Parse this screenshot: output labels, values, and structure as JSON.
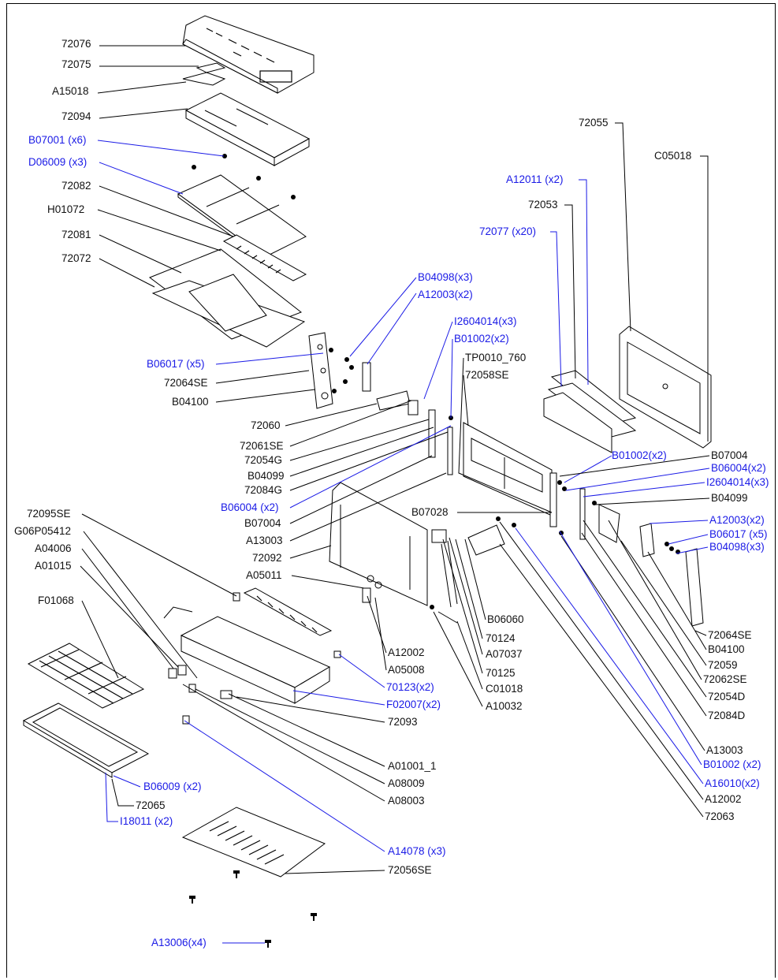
{
  "title": "",
  "colors": {
    "black_label": "#111111",
    "blue_label": "#1a1ae6"
  },
  "labels": [
    {
      "id": "l72076",
      "text": "72076",
      "color": "black"
    },
    {
      "id": "l72075",
      "text": "72075",
      "color": "black"
    },
    {
      "id": "lA15018",
      "text": "A15018",
      "color": "black"
    },
    {
      "id": "l72094",
      "text": "72094",
      "color": "black"
    },
    {
      "id": "lB07001",
      "text": "B07001 (x6)",
      "color": "blue"
    },
    {
      "id": "lD06009",
      "text": "D06009 (x3)",
      "color": "blue"
    },
    {
      "id": "l72082",
      "text": "72082",
      "color": "black"
    },
    {
      "id": "lH01072",
      "text": "H01072",
      "color": "black"
    },
    {
      "id": "l72081",
      "text": "72081",
      "color": "black"
    },
    {
      "id": "l72072",
      "text": "72072",
      "color": "black"
    },
    {
      "id": "lB04098a",
      "text": "B04098(x3)",
      "color": "blue"
    },
    {
      "id": "lA12003a",
      "text": "A12003(x2)",
      "color": "blue"
    },
    {
      "id": "lI2604014a",
      "text": "I2604014(x3)",
      "color": "blue"
    },
    {
      "id": "lB01002a",
      "text": "B01002(x2)",
      "color": "blue"
    },
    {
      "id": "lTP0010",
      "text": "TP0010_760",
      "color": "black"
    },
    {
      "id": "l72058SE",
      "text": "72058SE",
      "color": "black"
    },
    {
      "id": "lB06017a",
      "text": "B06017 (x5)",
      "color": "blue"
    },
    {
      "id": "l72064SEa",
      "text": "72064SE",
      "color": "black"
    },
    {
      "id": "lB04100a",
      "text": "B04100",
      "color": "black"
    },
    {
      "id": "l72060",
      "text": "72060",
      "color": "black"
    },
    {
      "id": "l72061SE",
      "text": "72061SE",
      "color": "black"
    },
    {
      "id": "l72054G",
      "text": "72054G",
      "color": "black"
    },
    {
      "id": "lB04099a",
      "text": "B04099",
      "color": "black"
    },
    {
      "id": "l72084G",
      "text": "72084G",
      "color": "black"
    },
    {
      "id": "lB06004a",
      "text": "B06004 (x2)",
      "color": "blue"
    },
    {
      "id": "lB07004a",
      "text": "B07004",
      "color": "black"
    },
    {
      "id": "lA13003a",
      "text": "A13003",
      "color": "black"
    },
    {
      "id": "l72092",
      "text": "72092",
      "color": "black"
    },
    {
      "id": "lA05011",
      "text": "A05011",
      "color": "black"
    },
    {
      "id": "l72095SE",
      "text": "72095SE",
      "color": "black"
    },
    {
      "id": "lG06P05412",
      "text": "G06P05412",
      "color": "black"
    },
    {
      "id": "lA04006",
      "text": "A04006",
      "color": "black"
    },
    {
      "id": "lA01015",
      "text": "A01015",
      "color": "black"
    },
    {
      "id": "lF01068",
      "text": "F01068",
      "color": "black"
    },
    {
      "id": "l72055",
      "text": "72055",
      "color": "black"
    },
    {
      "id": "lC05018",
      "text": "C05018",
      "color": "black"
    },
    {
      "id": "lA12011",
      "text": "A12011 (x2)",
      "color": "blue"
    },
    {
      "id": "l72053",
      "text": "72053",
      "color": "black"
    },
    {
      "id": "l72077",
      "text": "72077 (x20)",
      "color": "blue"
    },
    {
      "id": "lB01002b",
      "text": "B01002(x2)",
      "color": "blue"
    },
    {
      "id": "lB07004b",
      "text": "B07004",
      "color": "black"
    },
    {
      "id": "lB06004b",
      "text": "B06004(x2)",
      "color": "blue"
    },
    {
      "id": "lI2604014b",
      "text": "I2604014(x3)",
      "color": "blue"
    },
    {
      "id": "lB04099b",
      "text": "B04099",
      "color": "black"
    },
    {
      "id": "lB07028",
      "text": "B07028",
      "color": "black"
    },
    {
      "id": "lA12003b",
      "text": "A12003(x2)",
      "color": "blue"
    },
    {
      "id": "lB06017b",
      "text": "B06017 (x5)",
      "color": "blue"
    },
    {
      "id": "lB04098b",
      "text": "B04098(x3)",
      "color": "blue"
    },
    {
      "id": "l72064SEb",
      "text": "72064SE",
      "color": "black"
    },
    {
      "id": "lB04100b",
      "text": "B04100",
      "color": "black"
    },
    {
      "id": "l72059",
      "text": "72059",
      "color": "black"
    },
    {
      "id": "l72062SE",
      "text": "72062SE",
      "color": "black"
    },
    {
      "id": "l72054D",
      "text": "72054D",
      "color": "black"
    },
    {
      "id": "l72084D",
      "text": "72084D",
      "color": "black"
    },
    {
      "id": "lA13003b",
      "text": "A13003",
      "color": "black"
    },
    {
      "id": "lB01002c",
      "text": "B01002 (x2)",
      "color": "blue"
    },
    {
      "id": "lA16010",
      "text": "A16010(x2)",
      "color": "blue"
    },
    {
      "id": "lA12002b",
      "text": "A12002",
      "color": "black"
    },
    {
      "id": "l72063",
      "text": "72063",
      "color": "black"
    },
    {
      "id": "lB06060",
      "text": "B06060",
      "color": "black"
    },
    {
      "id": "l70124",
      "text": "70124",
      "color": "black"
    },
    {
      "id": "lA07037",
      "text": "A07037",
      "color": "black"
    },
    {
      "id": "l70125",
      "text": "70125",
      "color": "black"
    },
    {
      "id": "lC01018",
      "text": "C01018",
      "color": "black"
    },
    {
      "id": "lA10032",
      "text": "A10032",
      "color": "black"
    },
    {
      "id": "lA12002a",
      "text": "A12002",
      "color": "black"
    },
    {
      "id": "lA05008",
      "text": "A05008",
      "color": "black"
    },
    {
      "id": "l70123",
      "text": "70123(x2)",
      "color": "blue"
    },
    {
      "id": "lF02007",
      "text": "F02007(x2)",
      "color": "blue"
    },
    {
      "id": "l72093",
      "text": "72093",
      "color": "black"
    },
    {
      "id": "lA01001",
      "text": "A01001_1",
      "color": "black"
    },
    {
      "id": "lA08009",
      "text": "A08009",
      "color": "black"
    },
    {
      "id": "lA08003",
      "text": "A08003",
      "color": "black"
    },
    {
      "id": "lB06009",
      "text": "B06009 (x2)",
      "color": "blue"
    },
    {
      "id": "l72065",
      "text": "72065",
      "color": "black"
    },
    {
      "id": "lI18011",
      "text": "I18011 (x2)",
      "color": "blue"
    },
    {
      "id": "lA14078",
      "text": "A14078 (x3)",
      "color": "blue"
    },
    {
      "id": "l72056SE",
      "text": "72056SE",
      "color": "black"
    },
    {
      "id": "lA13006",
      "text": "A13006(x4)",
      "color": "blue"
    }
  ]
}
